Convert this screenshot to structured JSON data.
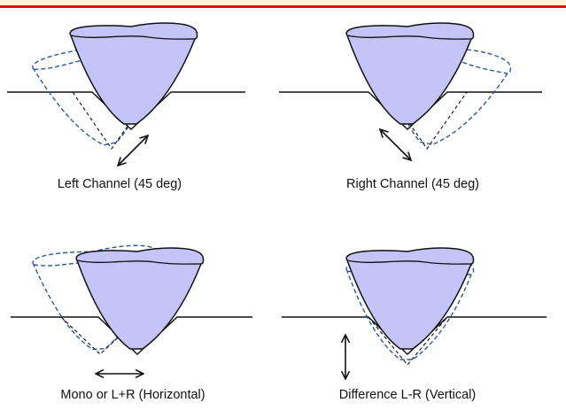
{
  "colors": {
    "stylus_fill": "#c4c4f8",
    "dashed": "#2a5aa0",
    "line": "#111111",
    "header_rule": "#e01010"
  },
  "panels": [
    {
      "label": "Left Channel (45 deg)",
      "motion": "diagonal-left",
      "arrow": "double-arrow-diagonal-ne-sw"
    },
    {
      "label": "Right Channel (45 deg)",
      "motion": "diagonal-right",
      "arrow": "double-arrow-diagonal-nw-se"
    },
    {
      "label": "Mono or L+R (Horizontal)",
      "motion": "horizontal",
      "arrow": "double-arrow-horizontal"
    },
    {
      "label": "Difference L-R (Vertical)",
      "motion": "vertical",
      "arrow": "double-arrow-vertical"
    }
  ]
}
